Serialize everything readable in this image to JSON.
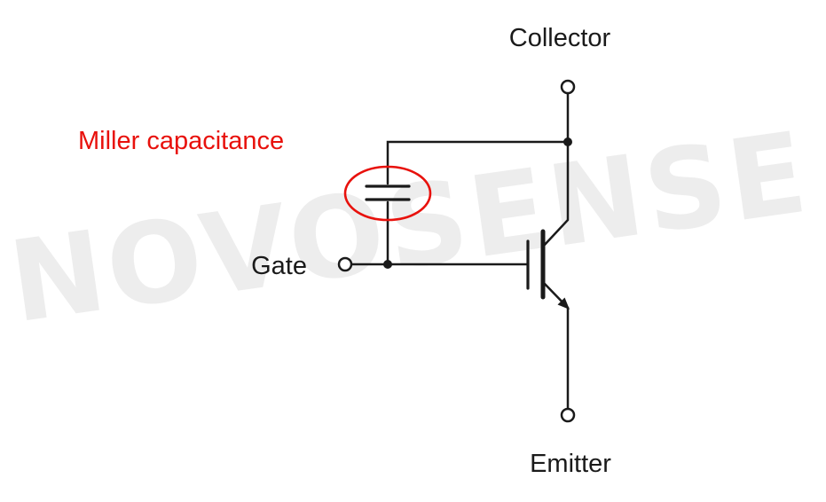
{
  "diagram": {
    "labels": {
      "collector": "Collector",
      "emitter": "Emitter",
      "gate": "Gate",
      "miller": "Miller capacitance"
    },
    "watermark": "NOVOSENSE",
    "colors": {
      "line": "#1a1a1a",
      "accent_red": "#e8110c",
      "watermark": "#ededed",
      "background": "#ffffff"
    }
  }
}
